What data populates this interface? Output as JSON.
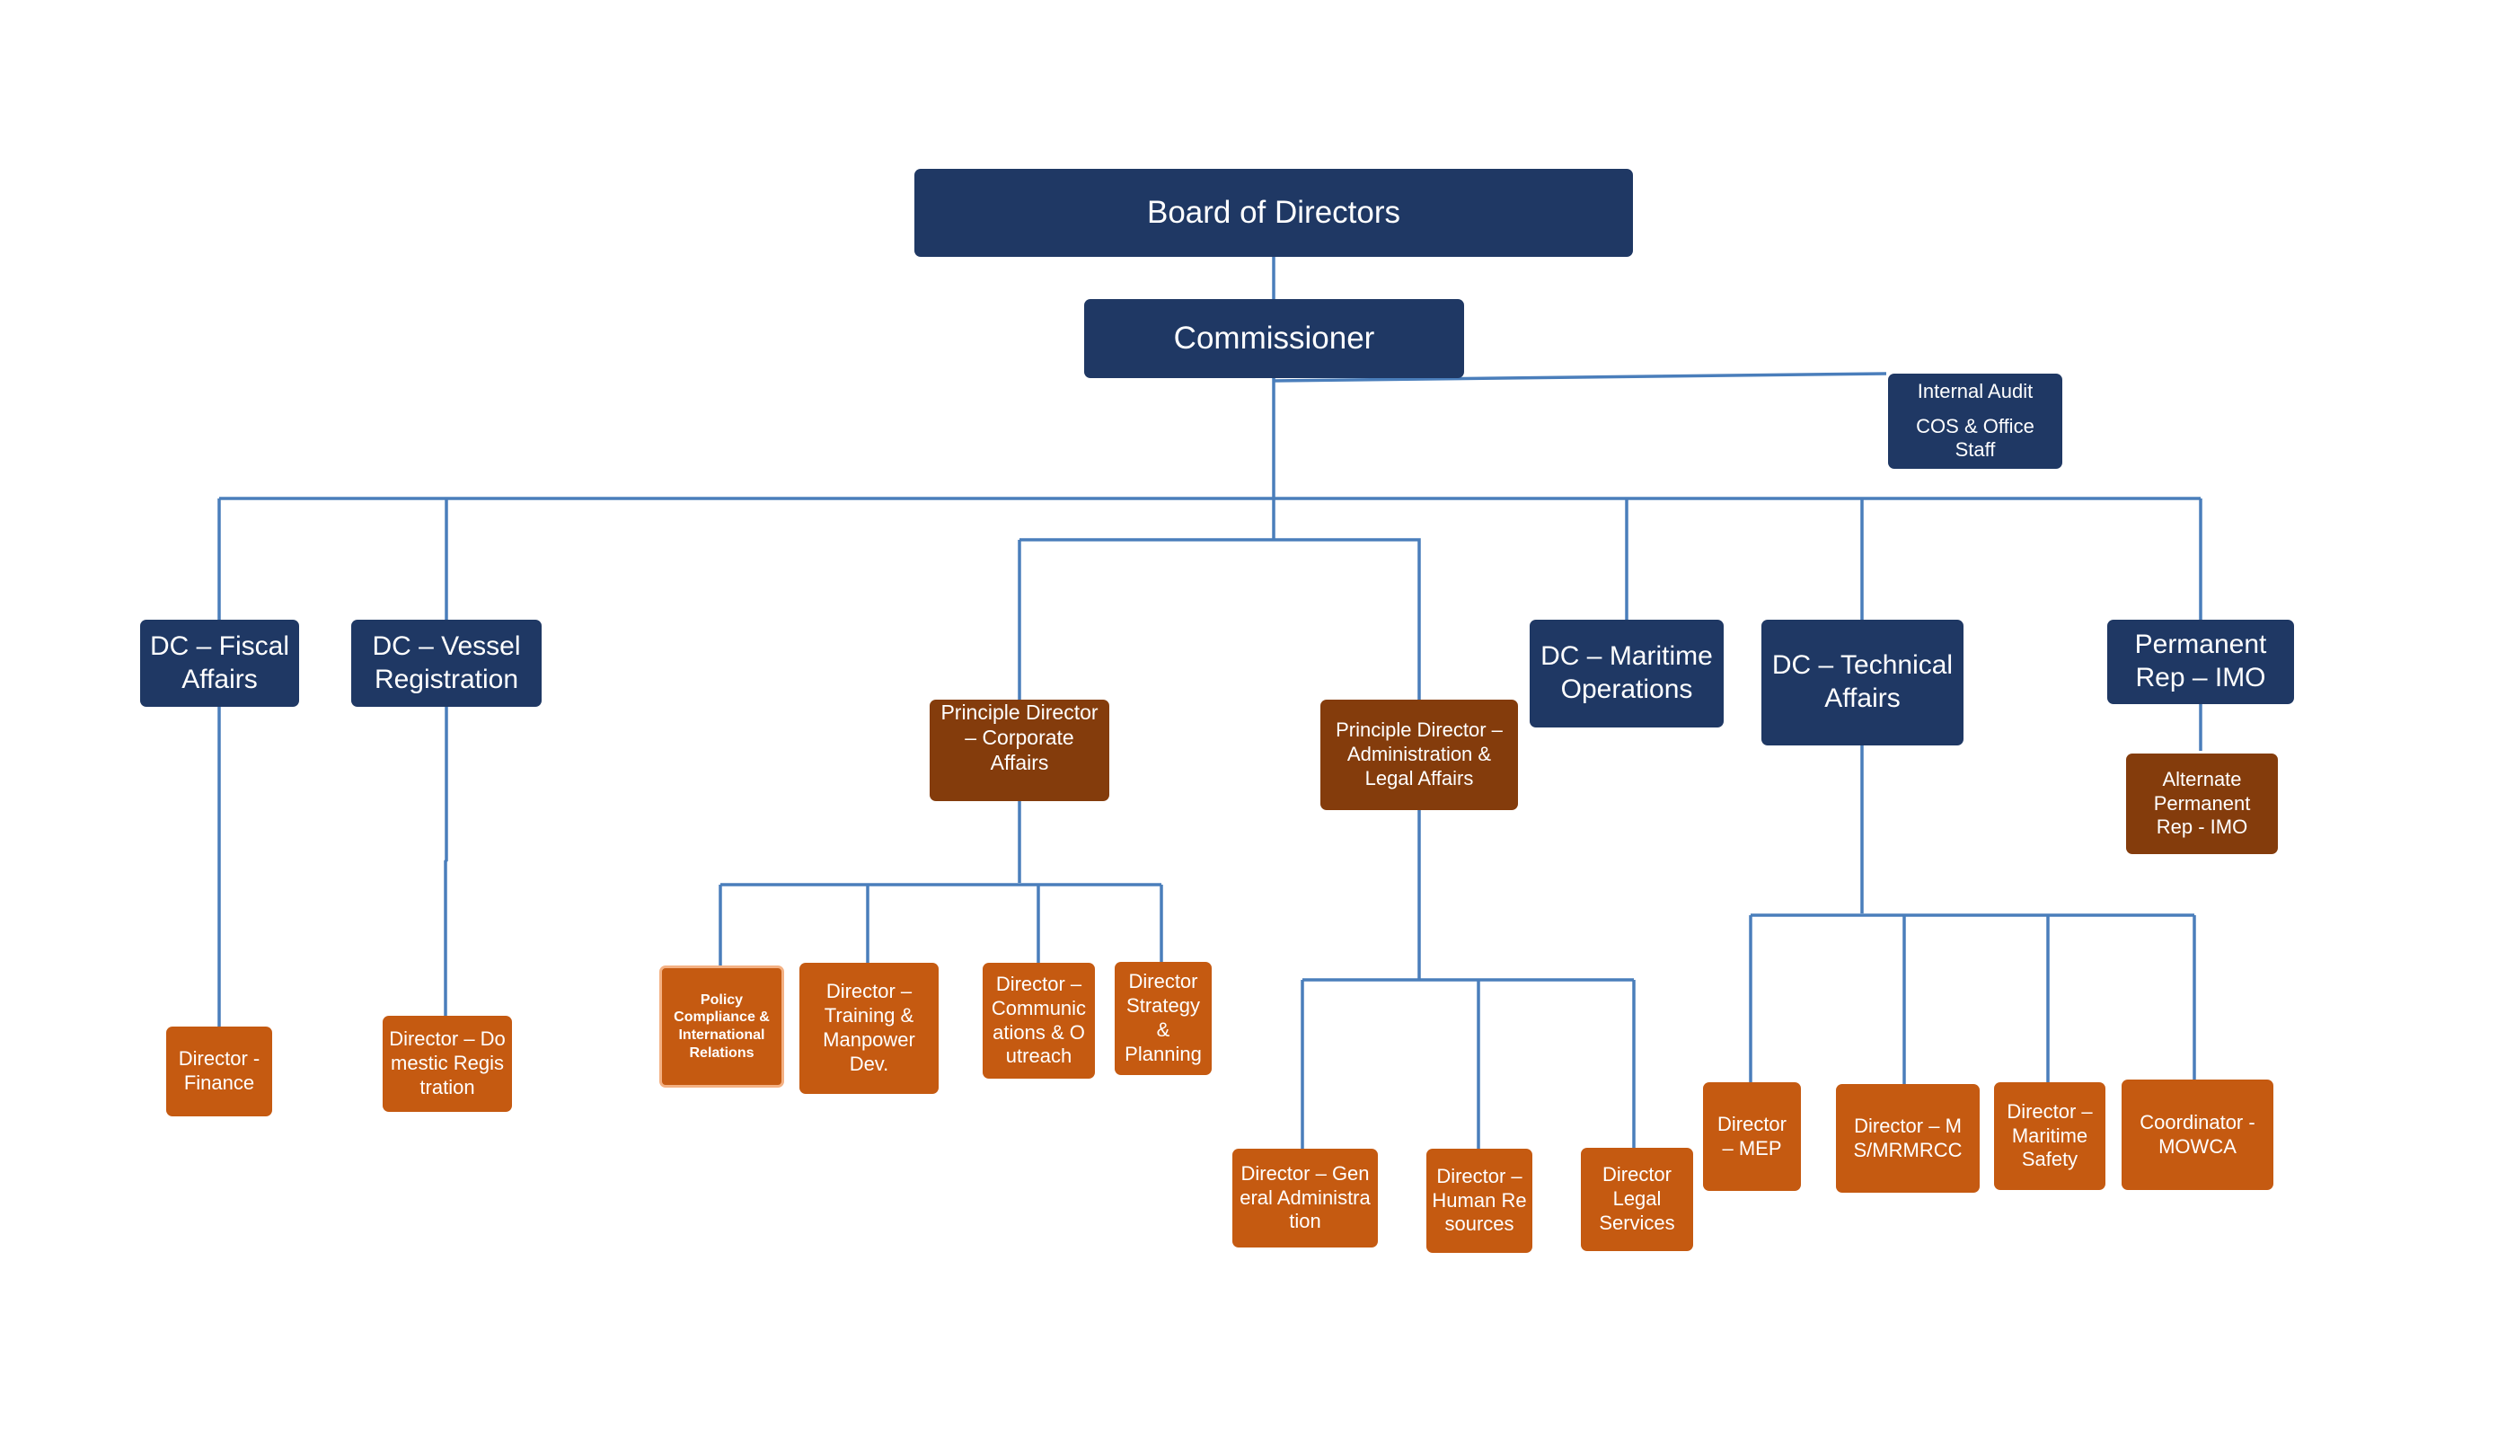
{
  "colors": {
    "connector": "#4a7ebb",
    "level_top": "#1f3864",
    "level_principle": "#843c0c",
    "level_director": "#c55a11"
  },
  "board": "Board of Directors",
  "commissioner": "Commissioner",
  "staff": {
    "line1": "Internal Audit",
    "line2": "COS & Office Staff"
  },
  "deputies": {
    "fiscal": "DC – Fiscal Affairs",
    "vessel": "DC – Vessel Registration",
    "maritime_ops": "DC – Maritime Operations",
    "technical": "DC – Technical Affairs",
    "imo": "Permanent Rep – IMO"
  },
  "principles": {
    "corporate": "Principle Director – Corporate Affairs",
    "admin_legal": "Principle Director – Administration & Legal Affairs"
  },
  "alternate_imo": "Alternate Permanent Rep - IMO",
  "directors": {
    "finance": "Director - Finance",
    "domestic_reg": "Director – Domestic Registration",
    "policy": "Policy Compliance & International Relations",
    "training": "Director – Training & Manpower Dev.",
    "communications": "Director – Communications & Outreach",
    "strategy": "Director Strategy & Planning",
    "general_admin": "Director – General Administration",
    "hr": "Director – Human Resources",
    "legal": "Director Legal Services",
    "mep": "Director – MEP",
    "msmrmrcc": "Director – MS/MRMRCC",
    "maritime_safety": "Director – Maritime Safety",
    "mowca": "Coordinator - MOWCA"
  }
}
